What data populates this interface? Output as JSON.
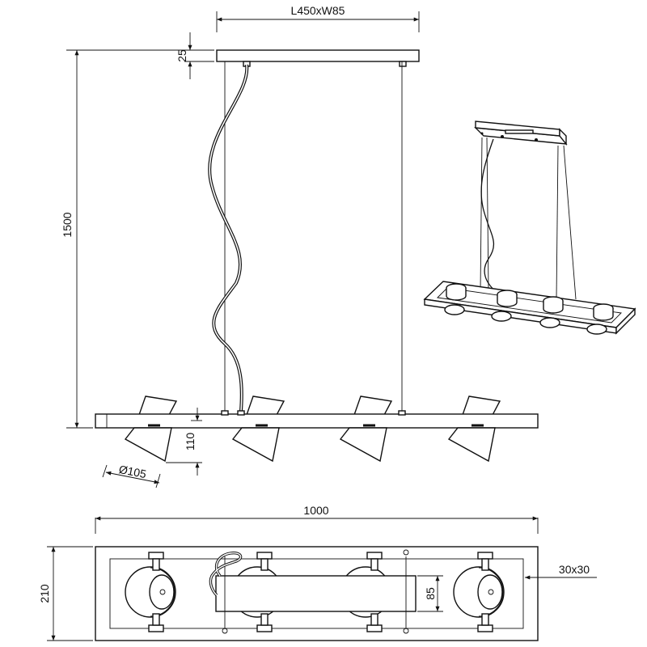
{
  "dimensions": {
    "canopy_size": "L450xW85",
    "canopy_height": "25",
    "total_height": "1500",
    "shade_offset": "110",
    "shade_diameter": "Ø105",
    "total_length": "1000",
    "total_width": "210",
    "inner_bar_height": "85",
    "profile": "30x30"
  }
}
